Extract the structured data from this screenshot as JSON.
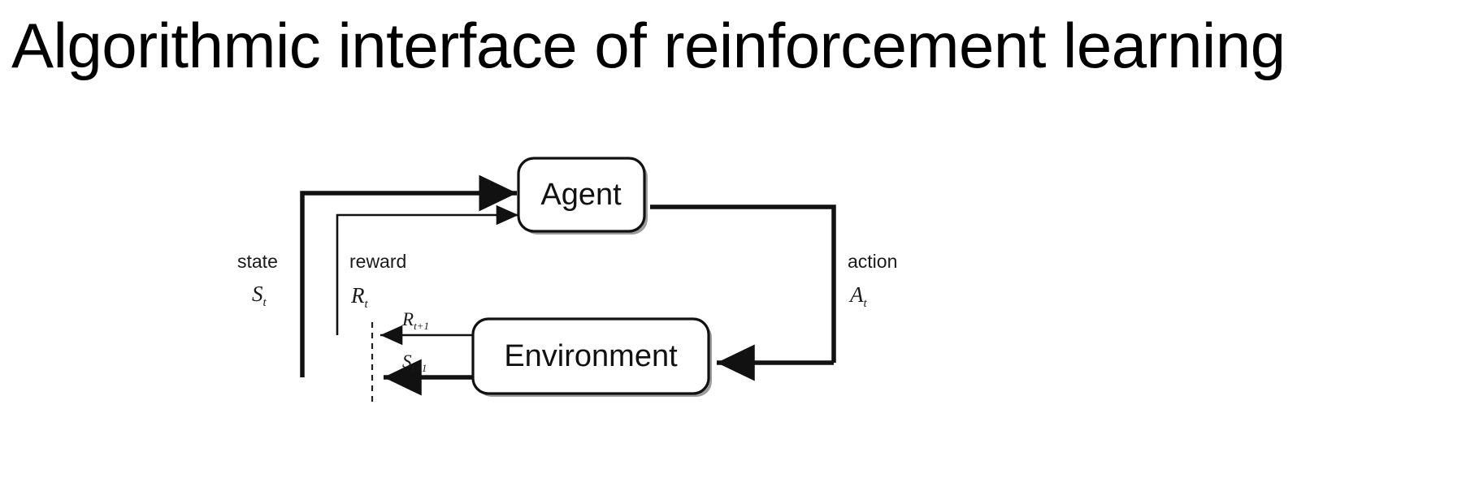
{
  "slide": {
    "title": "Algorithmic interface of reinforcement learning"
  },
  "diagram": {
    "type": "agent-environment-interaction-loop",
    "nodes": [
      {
        "id": "agent",
        "label": "Agent"
      },
      {
        "id": "environment",
        "label": "Environment"
      }
    ],
    "edges": [
      {
        "id": "state-to-agent",
        "from": "environment",
        "to": "agent",
        "word": "state",
        "symbol": "S",
        "subscript": "t",
        "style": "thick"
      },
      {
        "id": "reward-to-agent",
        "from": "environment",
        "to": "agent",
        "word": "reward",
        "symbol": "R",
        "subscript": "t",
        "style": "thin"
      },
      {
        "id": "action-to-environment",
        "from": "agent",
        "to": "environment",
        "word": "action",
        "symbol": "A",
        "subscript": "t",
        "style": "thick"
      },
      {
        "id": "next-reward",
        "from": "environment",
        "to": "time-boundary",
        "symbol": "R",
        "subscript": "t+1",
        "style": "thin"
      },
      {
        "id": "next-state",
        "from": "environment",
        "to": "time-boundary",
        "symbol": "S",
        "subscript": "t+1",
        "style": "thick"
      }
    ],
    "time_boundary": {
      "id": "time-step-divider",
      "style": "dashed-vertical"
    },
    "colors": {
      "stroke": "#111111",
      "background": "#ffffff",
      "text": "#1a1a1a"
    }
  }
}
